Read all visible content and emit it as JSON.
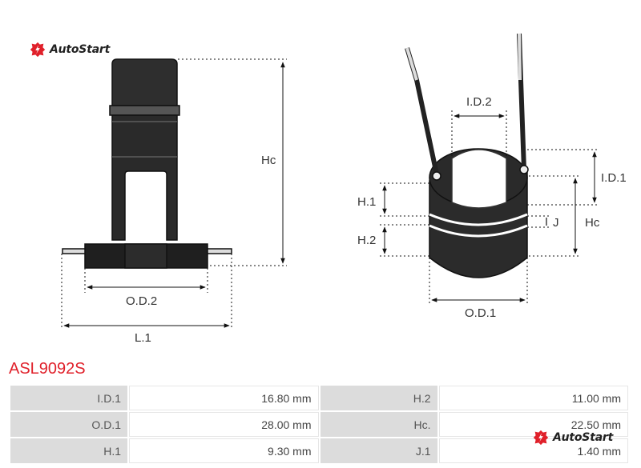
{
  "brand": {
    "name": "AutoStart",
    "color": "#e0202a"
  },
  "left_view": {
    "dimensions": {
      "height": "Hc",
      "outer_diameter": "O.D.2",
      "length": "L.1"
    }
  },
  "right_view": {
    "dimensions": {
      "inner_diameter_2": "I.D.2",
      "inner_diameter_1": "I.D.1",
      "height_1": "H.1",
      "height_2": "H.2",
      "gap": "J",
      "height_c": "Hc",
      "outer_diameter": "O.D.1"
    }
  },
  "part_number": "ASL9092S",
  "specs": [
    {
      "label": "I.D.1",
      "value": "16.80 mm",
      "label2": "H.2",
      "value2": "11.00 mm"
    },
    {
      "label": "O.D.1",
      "value": "28.00 mm",
      "label2": "Hc.",
      "value2": "22.50 mm"
    },
    {
      "label": "H.1",
      "value": "9.30 mm",
      "label2": "J.1",
      "value2": "1.40 mm"
    }
  ]
}
